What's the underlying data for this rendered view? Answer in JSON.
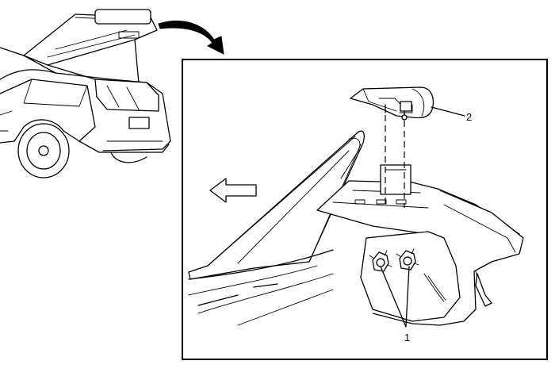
{
  "callouts": {
    "fasteners": "1",
    "lamp": "2"
  },
  "icons": {
    "overview": "vehicle-rear-liftgate-open",
    "direction": "arrow-left-forward",
    "transition": "curved-arrow"
  }
}
